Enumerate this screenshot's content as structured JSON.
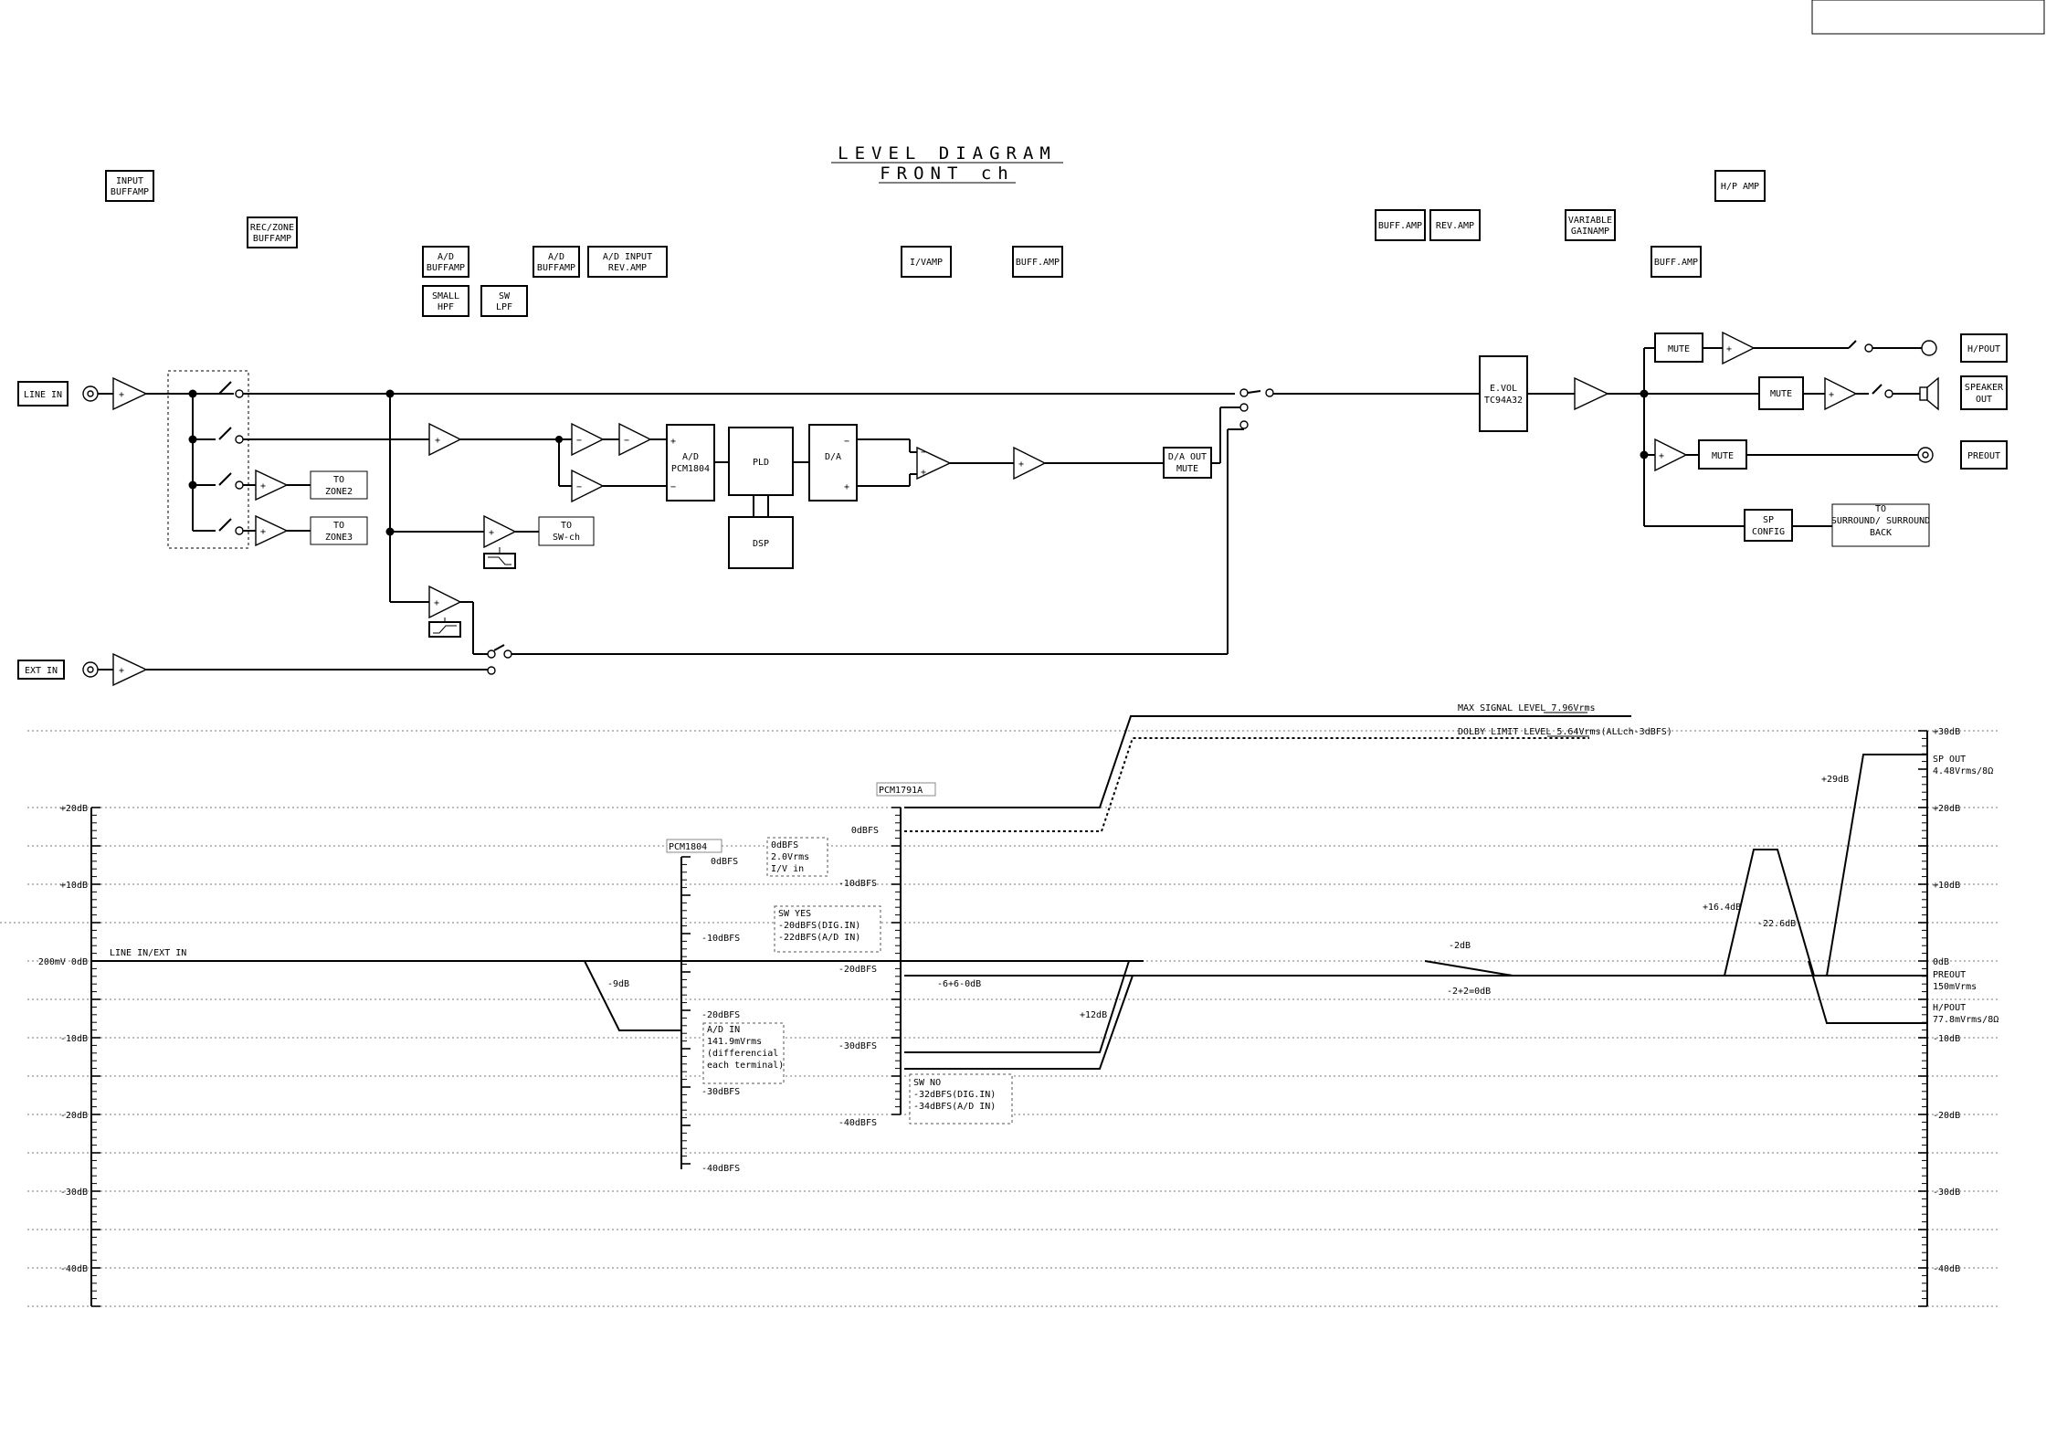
{
  "title": {
    "line1": "LEVEL DIAGRAM",
    "line2": "FRONT ch"
  },
  "stage_labels": {
    "input_buffamp": [
      "INPUT",
      "BUFFAMP"
    ],
    "rec_zone_buffamp": [
      "REC/ZONE",
      "BUFFAMP"
    ],
    "ad_buffamp_1": [
      "A/D",
      "BUFFAMP"
    ],
    "small_hpf": [
      "SMALL",
      "HPF"
    ],
    "sw_lpf": [
      "SW",
      "LPF"
    ],
    "ad_buffamp_2": [
      "A/D",
      "BUFFAMP"
    ],
    "ad_input_rev_amp": [
      "A/D INPUT",
      "REV.AMP"
    ],
    "iv_amp": [
      "I/VAMP"
    ],
    "buff_amp_1": [
      "BUFF.AMP"
    ],
    "buff_amp_2": [
      "BUFF.AMP"
    ],
    "rev_amp": [
      "REV.AMP"
    ],
    "variable_gainamp": [
      "VARIABLE",
      "GAINAMP"
    ],
    "hp_amp": [
      "H/P AMP"
    ],
    "buff_amp_3": [
      "BUFF.AMP"
    ]
  },
  "blocks": {
    "line_in": "LINE IN",
    "ext_in": "EXT IN",
    "to_zone2": [
      "TO",
      "ZONE2"
    ],
    "to_zone3": [
      "TO",
      "ZONE3"
    ],
    "to_sw_ch": [
      "TO",
      "SW-ch"
    ],
    "ad_conv": [
      "A/D",
      "PCM1804"
    ],
    "pld": "PLD",
    "dsp": "DSP",
    "da_conv": "D/A",
    "da_out_mute": [
      "D/A OUT",
      "MUTE"
    ],
    "evol": [
      "E.VOL",
      "TC94A32"
    ],
    "mute_hp": "MUTE",
    "mute_sp": "MUTE",
    "mute_pre": "MUTE",
    "sp_config": [
      "SP",
      "CONFIG"
    ],
    "to_surround": [
      "TO",
      "SURROUND/ SURROUND",
      "BACK"
    ],
    "hpout": "H/POUT",
    "speaker_out": [
      "SPEAKER",
      "OUT"
    ],
    "preout": "PREOUT"
  },
  "left_scale": [
    "+20dB",
    "+10dB",
    "200mV 0dB",
    "-10dB",
    "-20dB",
    "-30dB",
    "-40dB"
  ],
  "ad_scale": {
    "chip": "PCM1804",
    "ticks": [
      "0dBFS",
      "-10dBFS",
      "-20dBFS",
      "-30dBFS",
      "-40dBFS"
    ]
  },
  "da_scale": {
    "chip": "PCM1791A",
    "ticks": [
      "0dBFS",
      "-10dBFS",
      "-20dBFS",
      "-30dBFS",
      "-40dBFS"
    ]
  },
  "right_scale": [
    "+30dB",
    "+20dB",
    "+10dB",
    "0dB",
    "-10dB",
    "-20dB",
    "-30dB",
    "-40dB"
  ],
  "annotations": {
    "line_ext_in": "LINE IN/EXT IN",
    "minus9": "-9dB",
    "ad_in": [
      "A/D IN",
      "141.9mVrms",
      "(differencial",
      "each terminal)"
    ],
    "fs_note": [
      "0dBFS",
      "2.0Vrms",
      "I/V in"
    ],
    "sw_yes": [
      "SW YES",
      "-20dBFS(DIG.IN)",
      "-22dBFS(A/D IN)"
    ],
    "sw_no": [
      "SW NO",
      "-32dBFS(DIG.IN)",
      "-34dBFS(A/D IN)"
    ],
    "gain_666": "-6+6-0dB",
    "plus12": "+12dB",
    "minus2": "-2dB",
    "gain_22": "-2+2=0dB",
    "max_signal": "MAX SIGNAL LEVEL 7.96Vrms",
    "dolby_limit": "DOLBY LIMIT LEVEL 5.64Vrms(ALLch-3dBFS)",
    "plus16": "+16.4dB",
    "minus22": "-22.6dB",
    "plus29": "+29dB",
    "sp_out": [
      "SP OUT",
      "4.48Vrms/8Ω"
    ],
    "preout_lvl": [
      "PREOUT",
      "150mVrms"
    ],
    "hpout_lvl": [
      "H/POUT",
      "77.8mVrms/8Ω"
    ]
  }
}
